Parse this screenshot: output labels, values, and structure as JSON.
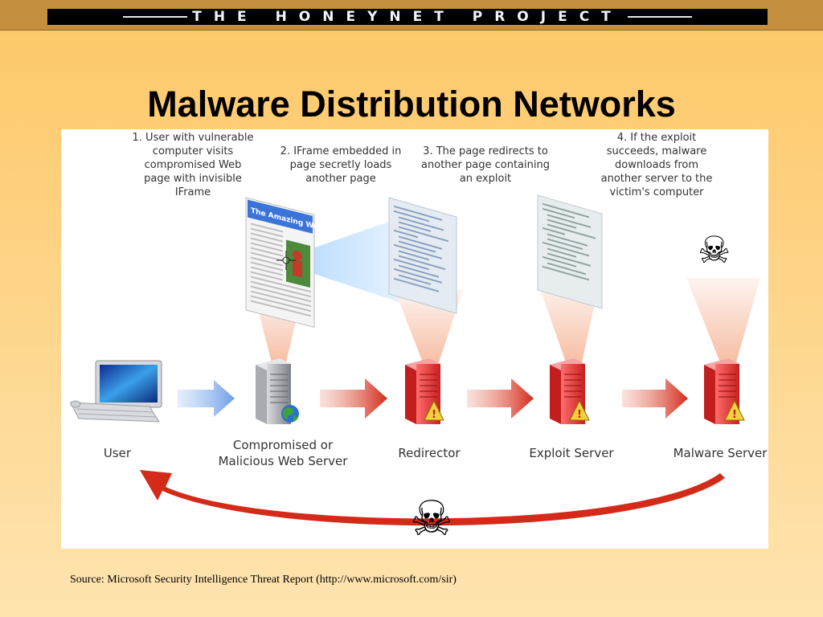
{
  "header": {
    "banner_text": "THE HONEYNET PROJECT"
  },
  "slide": {
    "title": "Malware Distribution Networks"
  },
  "diagram": {
    "steps": [
      "1. User with vulnerable computer visits compromised Web page with invisible IFrame",
      "2. IFrame embedded in page secretly loads another page",
      "3. The page redirects to another page containing an exploit",
      "4. If the exploit succeeds, malware downloads from another server to the victim's computer"
    ],
    "nodes": {
      "user": "User",
      "web_server_line1": "Compromised or",
      "web_server_line2": "Malicious Web Server",
      "redirector": "Redirector",
      "exploit_server": "Exploit Server",
      "malware_server": "Malware Server"
    },
    "webpage_banner": "The Amazing Web Page",
    "icons": [
      "computer-icon",
      "server-icon",
      "globe-icon",
      "warning-icon",
      "skull-crossbones-icon"
    ],
    "colors": {
      "red_arrow": "#d42a1a",
      "blue_arrow": "#6f9ee8",
      "server_red": "#e23a3a",
      "server_gray": "#8b8f95"
    }
  },
  "footer": {
    "source": "Source: Microsoft Security Intelligence Threat Report (http://www.microsoft.com/sir)"
  }
}
